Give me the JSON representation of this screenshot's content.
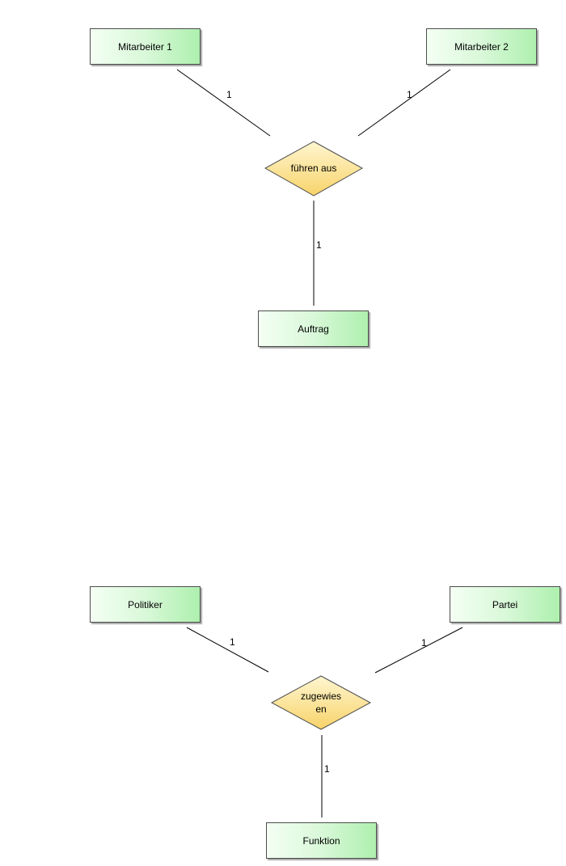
{
  "diagrams": [
    {
      "relationship": {
        "label": "führen aus"
      },
      "entities": {
        "left": "Mitarbeiter 1",
        "right": "Mitarbeiter 2",
        "bottom": "Auftrag"
      },
      "cardinalities": {
        "left": "1",
        "right": "1",
        "bottom": "1"
      }
    },
    {
      "relationship": {
        "label_line1": "zugewies",
        "label_line2": "en"
      },
      "entities": {
        "left": "Politiker",
        "right": "Partei",
        "bottom": "Funktion"
      },
      "cardinalities": {
        "left": "1",
        "right": "1",
        "bottom": "1"
      }
    }
  ],
  "colors": {
    "entity_fill_light": "#f4fff4",
    "entity_fill_dark": "#aef0ae",
    "relationship_fill_light": "#fff6d0",
    "relationship_fill_dark": "#f7d36a",
    "line": "#000000"
  }
}
